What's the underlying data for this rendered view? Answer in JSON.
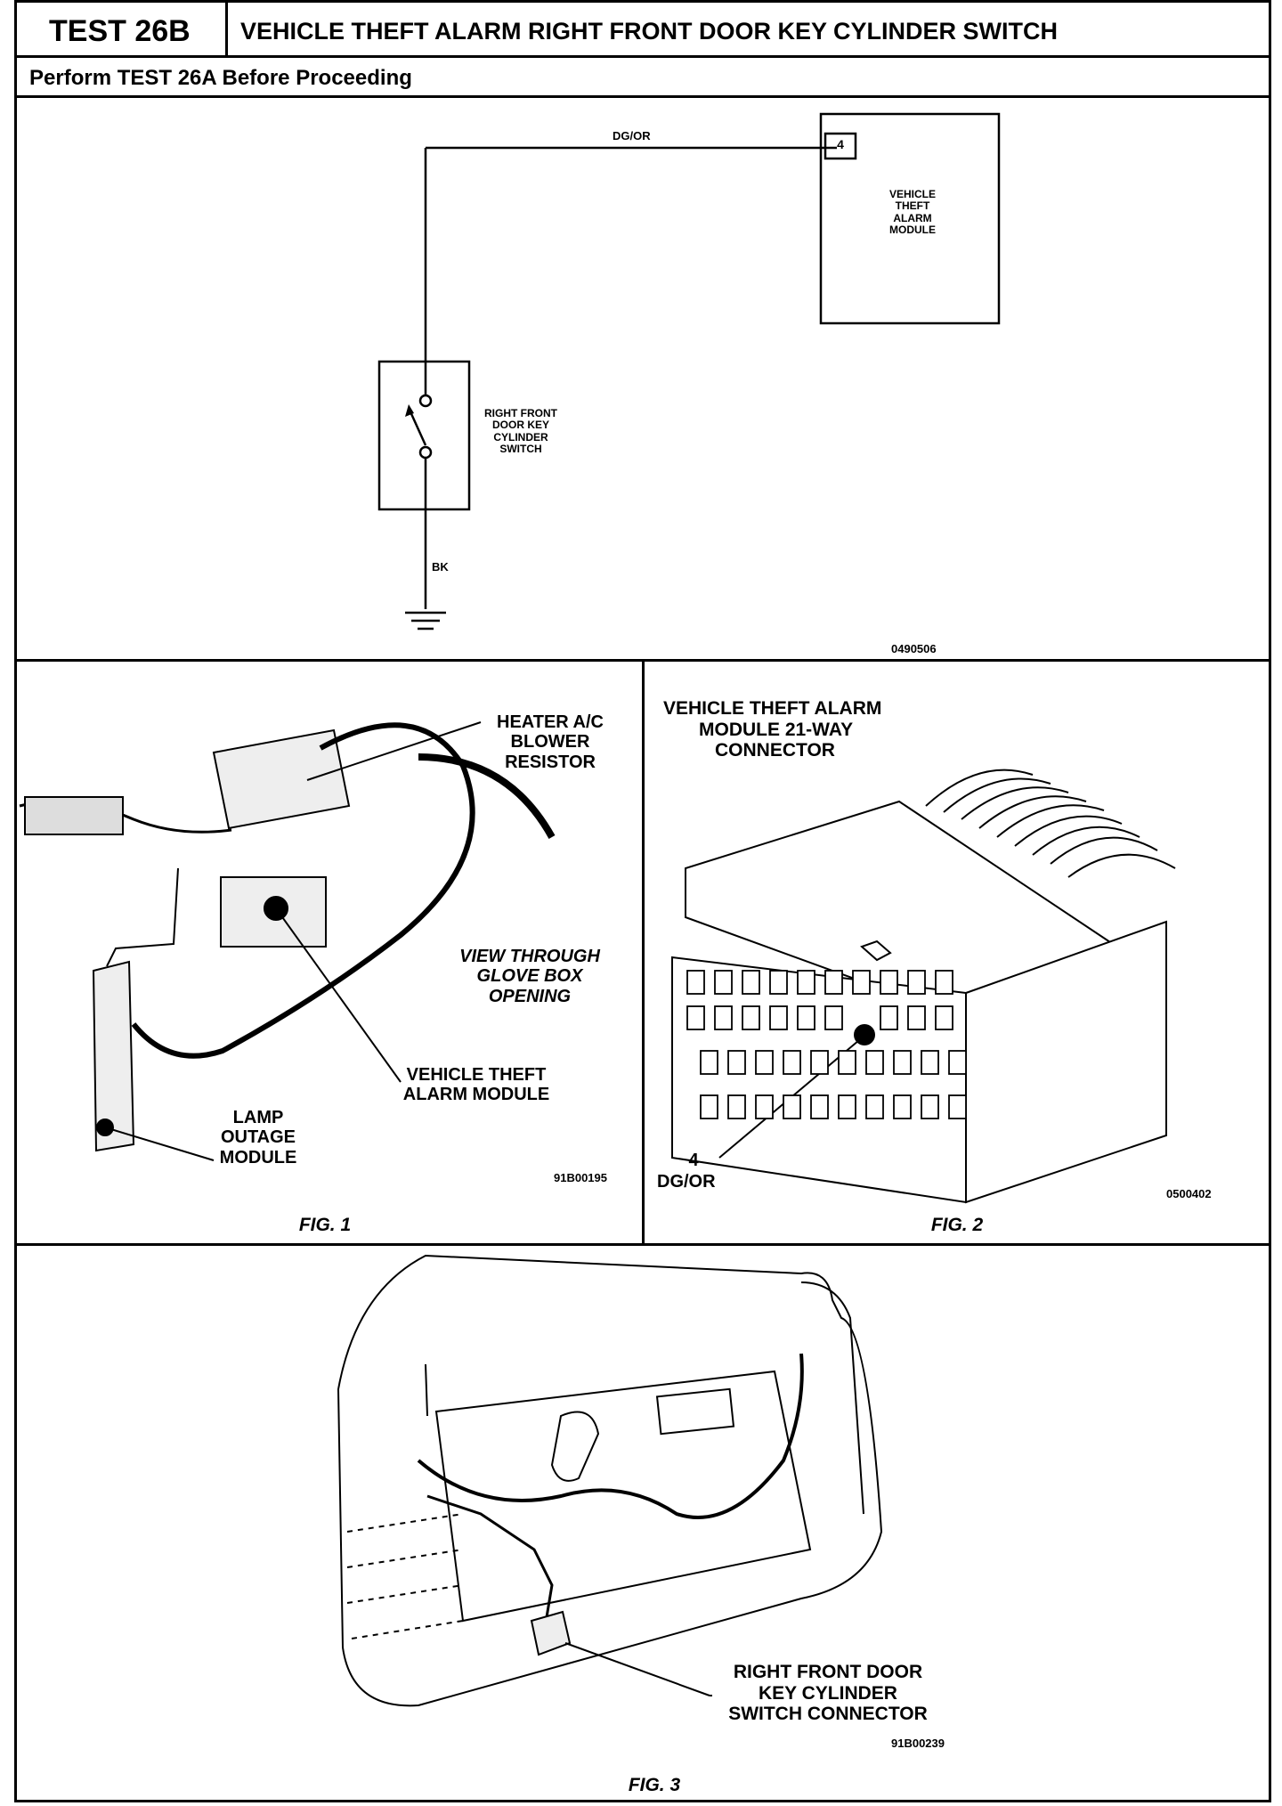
{
  "header": {
    "test_id": "TEST 26B",
    "title": "VEHICLE THEFT ALARM RIGHT FRONT DOOR KEY CYLINDER SWITCH",
    "note": "Perform TEST 26A Before Proceeding"
  },
  "schematic": {
    "wire_top": "DG/OR",
    "pin": "4",
    "module_lines": [
      "VEHICLE",
      "THEFT",
      "ALARM",
      "MODULE"
    ],
    "switch_lines": [
      "RIGHT  FRONT",
      "DOOR  KEY",
      "CYLINDER",
      "SWITCH"
    ],
    "wire_ground": "BK",
    "figure_code": "0490506"
  },
  "fig1": {
    "label_heater": [
      "HEATER A/C",
      "BLOWER",
      "RESISTOR"
    ],
    "label_view": [
      "VIEW THROUGH",
      "GLOVE BOX",
      "OPENING"
    ],
    "label_module": [
      "VEHICLE THEFT",
      "ALARM MODULE"
    ],
    "label_lamp": [
      "LAMP",
      "OUTAGE",
      "MODULE"
    ],
    "code": "91B00195",
    "caption": "FIG. 1"
  },
  "fig2": {
    "title_lines": [
      "VEHICLE THEFT ALARM",
      "MODULE 21-WAY",
      "CONNECTOR"
    ],
    "pin_number": "4",
    "pin_wire": "DG/OR",
    "code": "0500402",
    "caption": "FIG. 2"
  },
  "fig3": {
    "label_lines": [
      "RIGHT FRONT DOOR",
      "KEY CYLINDER",
      "SWITCH CONNECTOR"
    ],
    "code": "91B00239",
    "caption": "FIG. 3"
  }
}
